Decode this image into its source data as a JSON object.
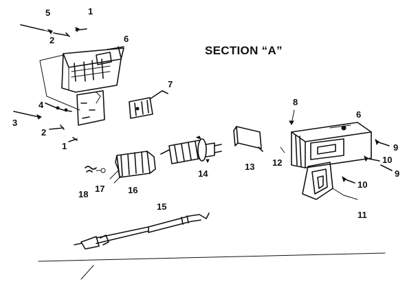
{
  "diagram": {
    "section_title": "SECTION “A”",
    "callouts": {
      "c1": "5",
      "c2": "1",
      "c3": "2",
      "c4": "6",
      "c5": "7",
      "c6": "4",
      "c7": "3",
      "c8": "2",
      "c9": "1",
      "c10": "8",
      "c11": "6",
      "c12": "9",
      "c13": "12",
      "c14": "10",
      "c15": "9",
      "c16": "13",
      "c17": "14",
      "c18": "18",
      "c19": "17",
      "c20": "16",
      "c21": "10",
      "c22": "15",
      "c23": "11"
    }
  }
}
